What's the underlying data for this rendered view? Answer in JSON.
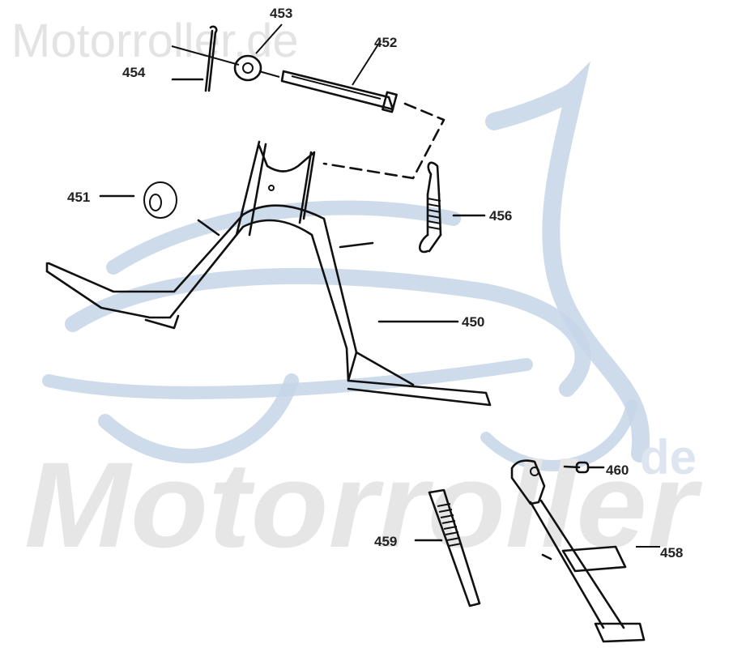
{
  "watermarks": {
    "top_text": "Motorroller.de",
    "big_text": "Motorroller",
    "big_suffix": "de",
    "gray_color": "#e3e3e3",
    "blue_color": "#c5d5e8"
  },
  "parts": [
    {
      "number": "450"
    },
    {
      "number": "451"
    },
    {
      "number": "452"
    },
    {
      "number": "453"
    },
    {
      "number": "454"
    },
    {
      "number": "456"
    },
    {
      "number": "458"
    },
    {
      "number": "459"
    },
    {
      "number": "460"
    }
  ]
}
